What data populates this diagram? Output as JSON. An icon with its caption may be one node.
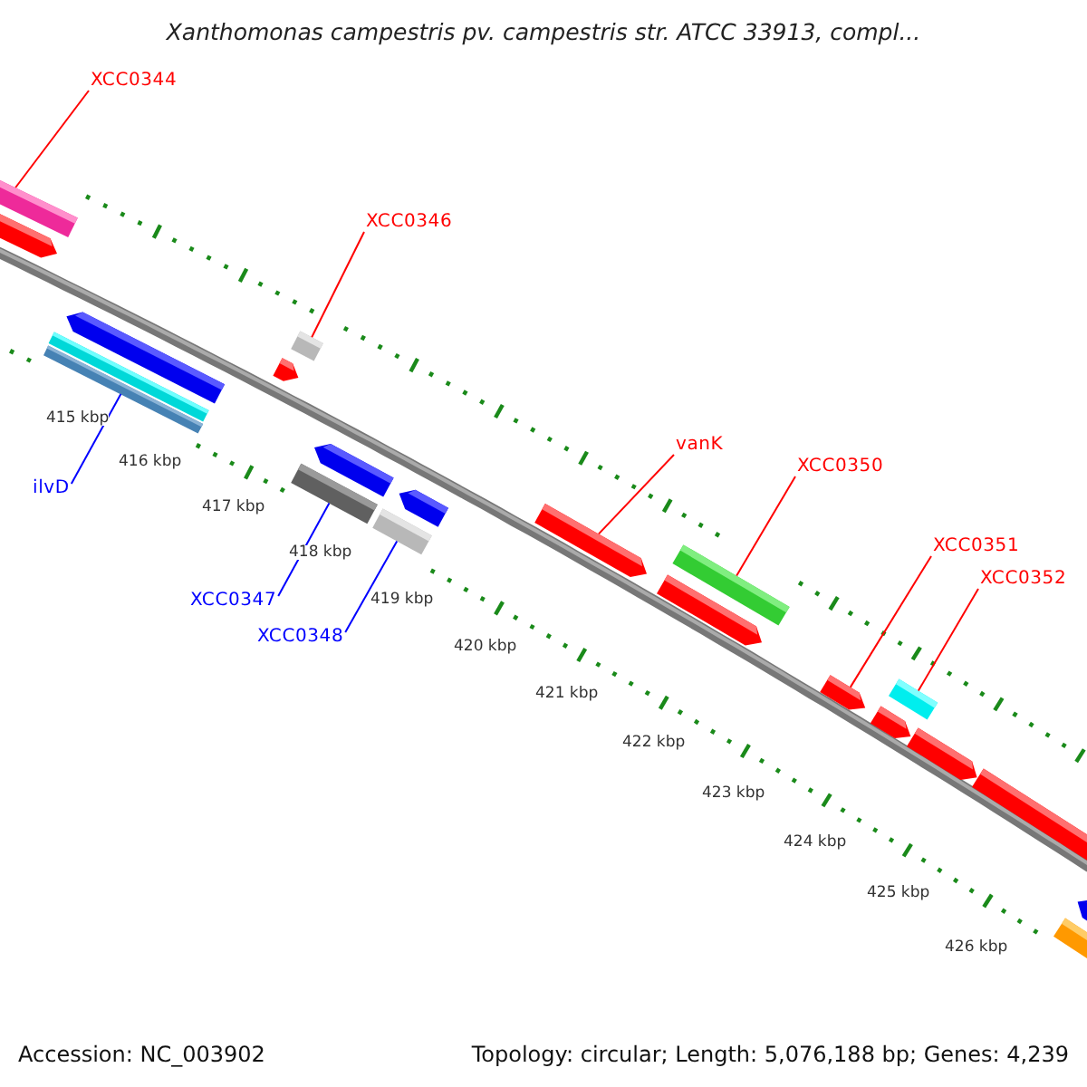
{
  "diagram": {
    "title": "Xanthomonas campestris pv. campestris str. ATCC 33913, compl...",
    "nodes": [
      {
        "text": [
          "XCC0344"
        ]
      },
      {
        "text": [
          "XCC0346"
        ]
      },
      {
        "text": [
          "vanK"
        ]
      },
      {
        "text": [
          "XCC0350"
        ]
      },
      {
        "text": [
          "XCC0351"
        ]
      },
      {
        "text": [
          "XCC0352"
        ]
      },
      {
        "text": [
          "ilvD"
        ]
      },
      {
        "text": [
          "XCC0347"
        ]
      },
      {
        "text": [
          "XCC0348"
        ]
      },
      {
        "text": [],
        "shape": "bar"
      },
      {
        "text": [],
        "shape": "bar"
      },
      {
        "text": [],
        "shape": "bar"
      },
      {
        "text": [],
        "shape": "bar"
      },
      {
        "text": [],
        "shape": "bar"
      },
      {
        "text": [],
        "shape": "bar"
      },
      {
        "text": [],
        "shape": "bar"
      },
      {
        "text": [],
        "shape": "bar"
      },
      {
        "text": [],
        "shape": "bar"
      },
      {
        "text": [],
        "shape": "bar"
      },
      {
        "text": [],
        "shape": "bar"
      },
      {
        "text": [],
        "shape": "bar"
      },
      {
        "text": [],
        "shape": "bar"
      },
      {
        "text": [],
        "shape": "bar"
      },
      {
        "text": [],
        "shape": "bar"
      },
      {
        "text": [],
        "shape": "bar"
      },
      {
        "text": [],
        "shape": "bar"
      },
      {
        "text": [],
        "shape": "bar"
      },
      {
        "text": [],
        "shape": "bar"
      },
      {
        "text": [],
        "shape": "bar"
      },
      {
        "text": [],
        "shape": "bar"
      }
    ],
    "edges": [
      {
        "from": 0,
        "to": 9,
        "arrow": "none"
      },
      {
        "from": 1,
        "to": 15,
        "arrow": "none"
      },
      {
        "from": 2,
        "to": 20,
        "arrow": "none"
      },
      {
        "from": 3,
        "to": 22,
        "arrow": "none"
      },
      {
        "from": 4,
        "to": 23,
        "arrow": "none"
      },
      {
        "from": 5,
        "to": 25,
        "arrow": "none"
      },
      {
        "from": 6,
        "to": 13,
        "arrow": "none",
        "color": "#0000ff"
      },
      {
        "from": 7,
        "to": 16,
        "arrow": "none",
        "color": "#0000ff"
      },
      {
        "from": 8,
        "to": 18,
        "arrow": "none",
        "color": "#0000ff"
      }
    ],
    "labels": [
      "415 kbp",
      "416 kbp",
      "417 kbp",
      "418 kbp",
      "419 kbp",
      "420 kbp",
      "421 kbp",
      "422 kbp",
      "423 kbp",
      "424 kbp",
      "425 kbp",
      "426 kbp",
      "Accession: NC_003902",
      "Topology: circular; Length: 5,076,188 bp; Genes: 4,239"
    ]
  }
}
